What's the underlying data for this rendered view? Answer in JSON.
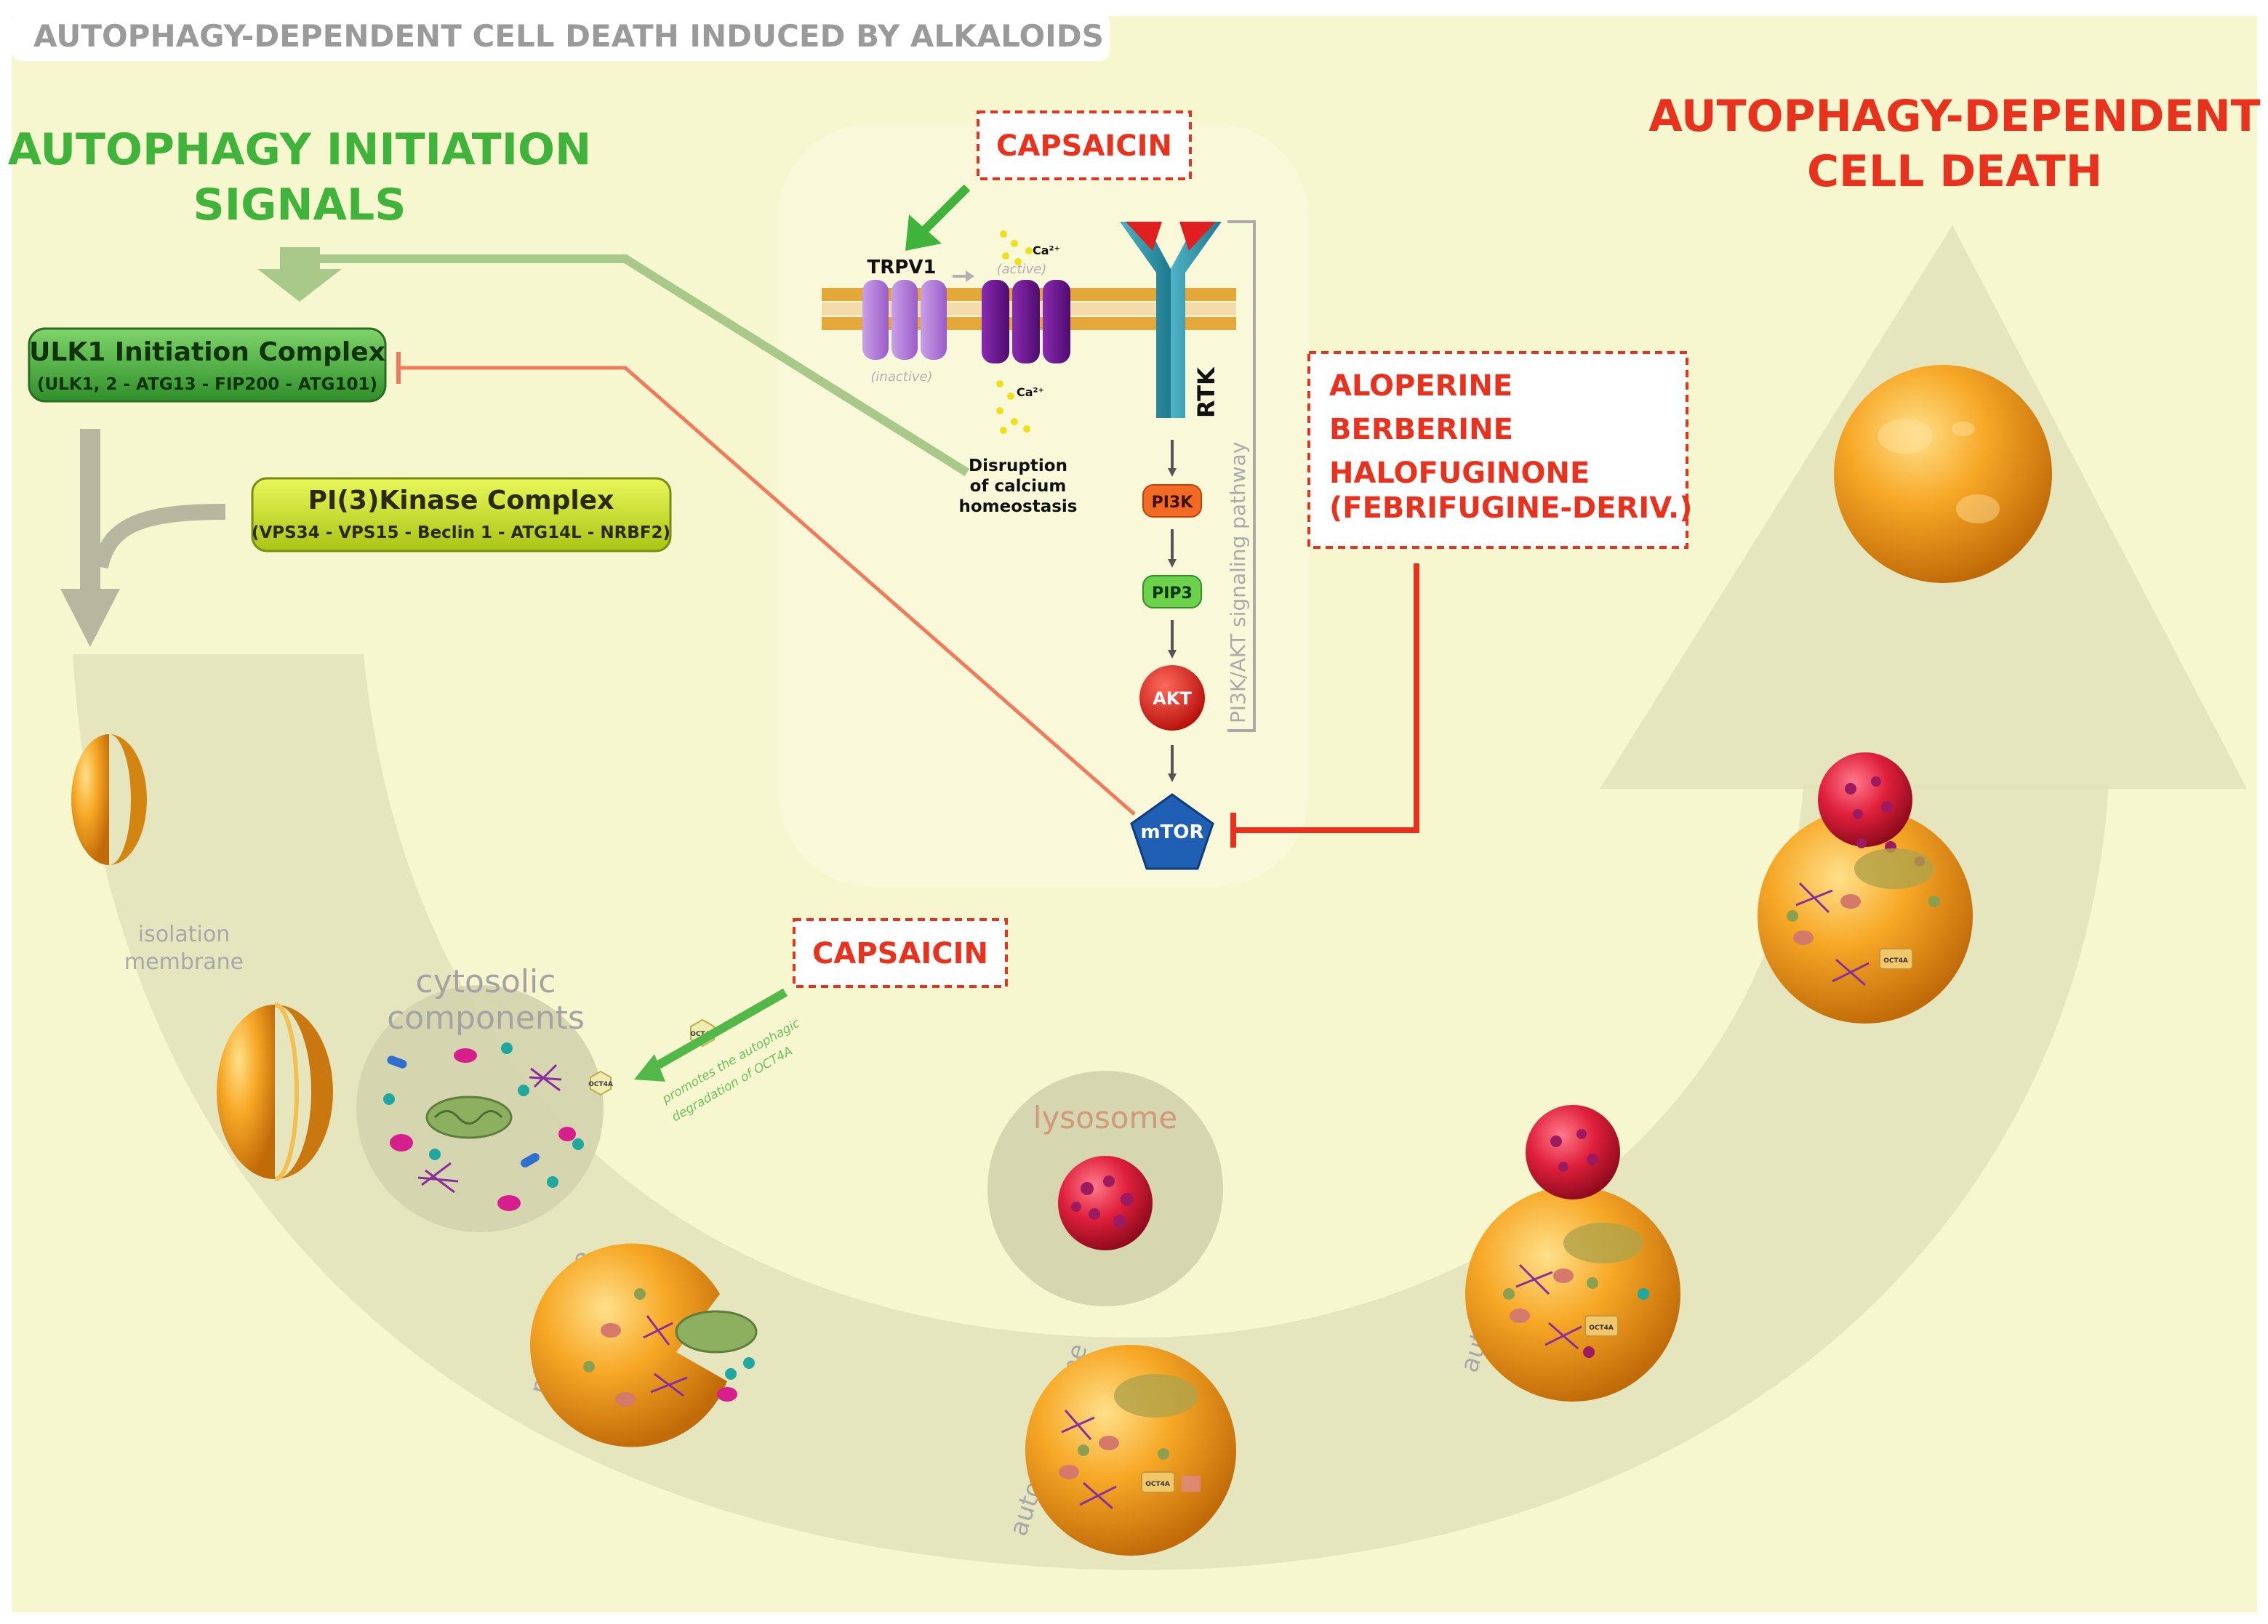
{
  "header": {
    "title": "AUTOPHAGY-DEPENDENT CELL DEATH INDUCED BY ALKALOIDS"
  },
  "headings": {
    "initiation_line1": "AUTOPHAGY INITIATION",
    "initiation_line2": "SIGNALS",
    "death_line1": "AUTOPHAGY-DEPENDENT",
    "death_line2": "CELL DEATH"
  },
  "complexes": {
    "ulk1_title": "ULK1 Initiation Complex",
    "ulk1_members": "(ULK1, 2 - ATG13 - FIP200 - ATG101)",
    "pi3k_title": "PI(3)Kinase Complex",
    "pi3k_members": "(VPS34 - VPS15 - Beclin 1 - ATG14L - NRBF2)"
  },
  "drugs": {
    "capsaicin_top": "CAPSAICIN",
    "capsaicin_mid": "CAPSAICIN",
    "inhibitors": [
      "ALOPERINE",
      "BERBERINE",
      "HALOFUGINONE",
      "(FEBRIFUGINE-DERIV.)"
    ]
  },
  "pathway": {
    "trpv1": "TRPV1",
    "inactive": "(inactive)",
    "active": "(active)",
    "ca_top": "Ca²⁺",
    "ca_bottom": "Ca²⁺",
    "calcium_line1": "Disruption",
    "calcium_line2": "of calcium",
    "calcium_line3": "homeostasis",
    "rtk": "RTK",
    "pi3k": "PI3K",
    "pip3": "PIP3",
    "akt": "AKT",
    "mtor": "mTOR",
    "bracket_label": "PI3K/AKT signaling pathway"
  },
  "stages": {
    "isolation_line1": "isolation",
    "isolation_line2": "membrane",
    "cytosolic_line1": "cytosolic",
    "cytosolic_line2": "components",
    "phagophore": "phagophore",
    "lysosome": "lysosome",
    "autophagosome": "autophagosome",
    "autolysosome": "autolysosome",
    "oct4a": "OCT4A",
    "promotes_line1": "promotes the autophagic",
    "promotes_line2": "degradation of OCT4A"
  },
  "colors": {
    "background": "#f6f6cf",
    "green": "#3fb33a",
    "red": "#e8321e",
    "grey_text": "#9a9a9a"
  }
}
